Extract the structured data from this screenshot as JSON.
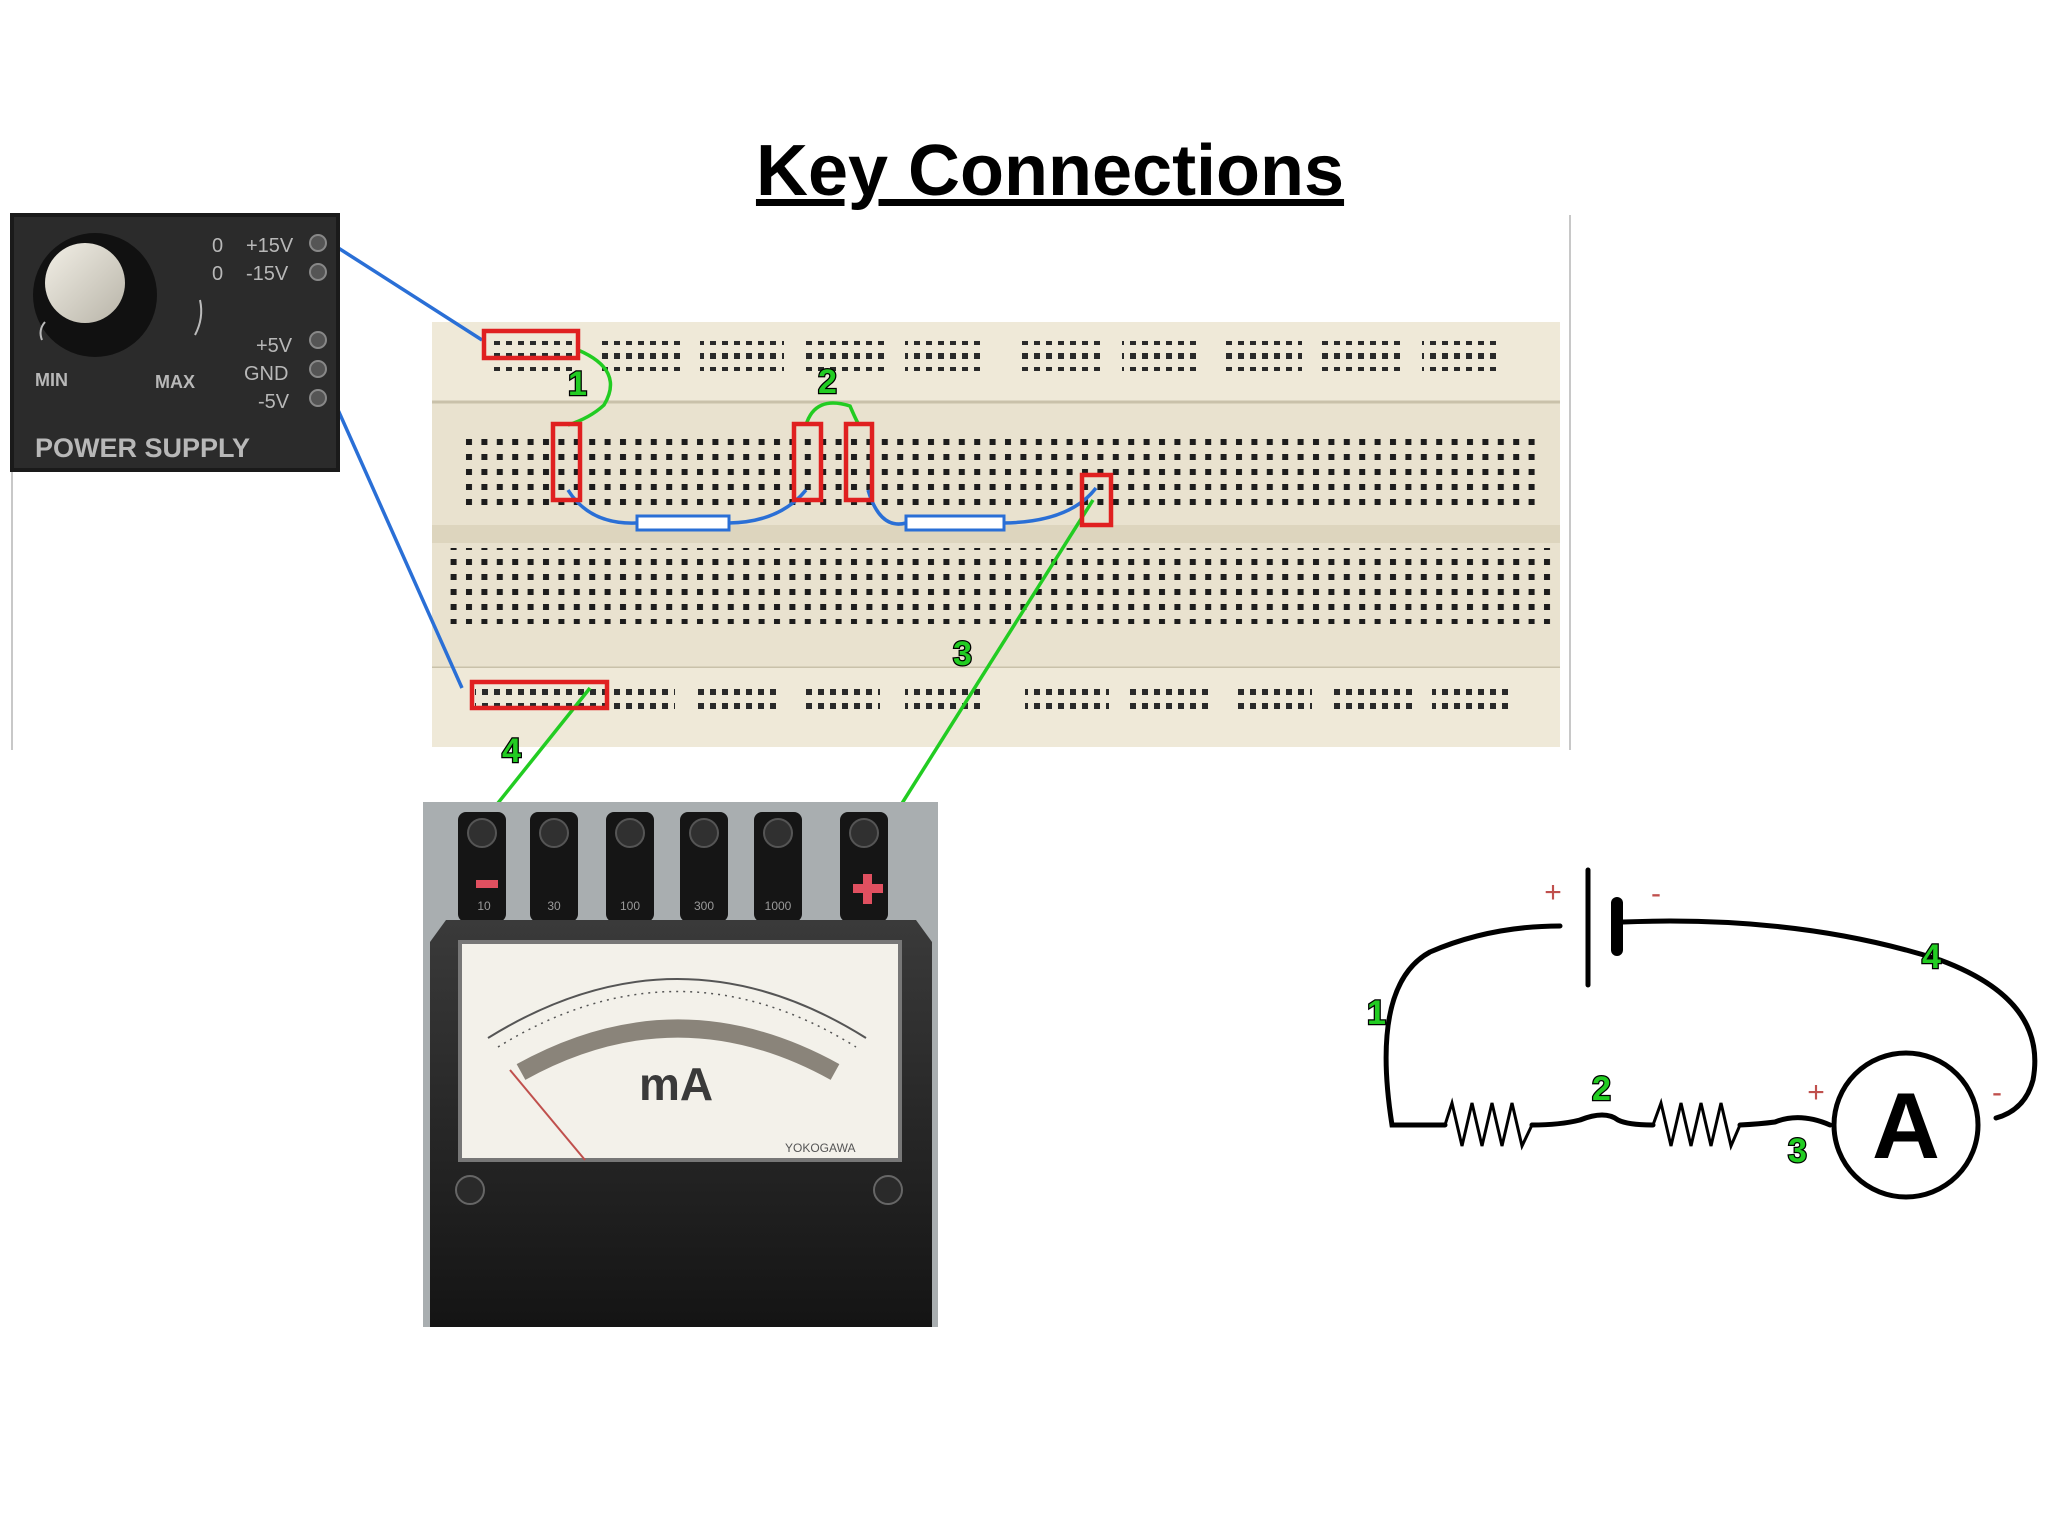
{
  "title": "Key Connections",
  "power_supply": {
    "terminals": [
      "+15V",
      "-15V",
      "+5V",
      "GND",
      "-5V"
    ],
    "zero_marks": [
      "0",
      "0"
    ],
    "knob_min": "MIN",
    "knob_max": "MAX",
    "panel_label": "POWER SUPPLY"
  },
  "ammeter": {
    "unit": "mA",
    "range_labels": [
      "10",
      "30",
      "100",
      "300",
      "1000"
    ],
    "brand": "YOKOGAWA"
  },
  "connection_labels": [
    "1",
    "2",
    "3",
    "4"
  ],
  "schematic": {
    "meter_symbol": "A",
    "battery_plus": "+",
    "battery_minus": "-",
    "meter_plus": "+",
    "meter_minus": "-"
  },
  "colors": {
    "wire_blue": "#2a6fd6",
    "wire_green": "#22cc22",
    "highlight_red": "#e02020",
    "breadboard": "#e9e2cf"
  }
}
